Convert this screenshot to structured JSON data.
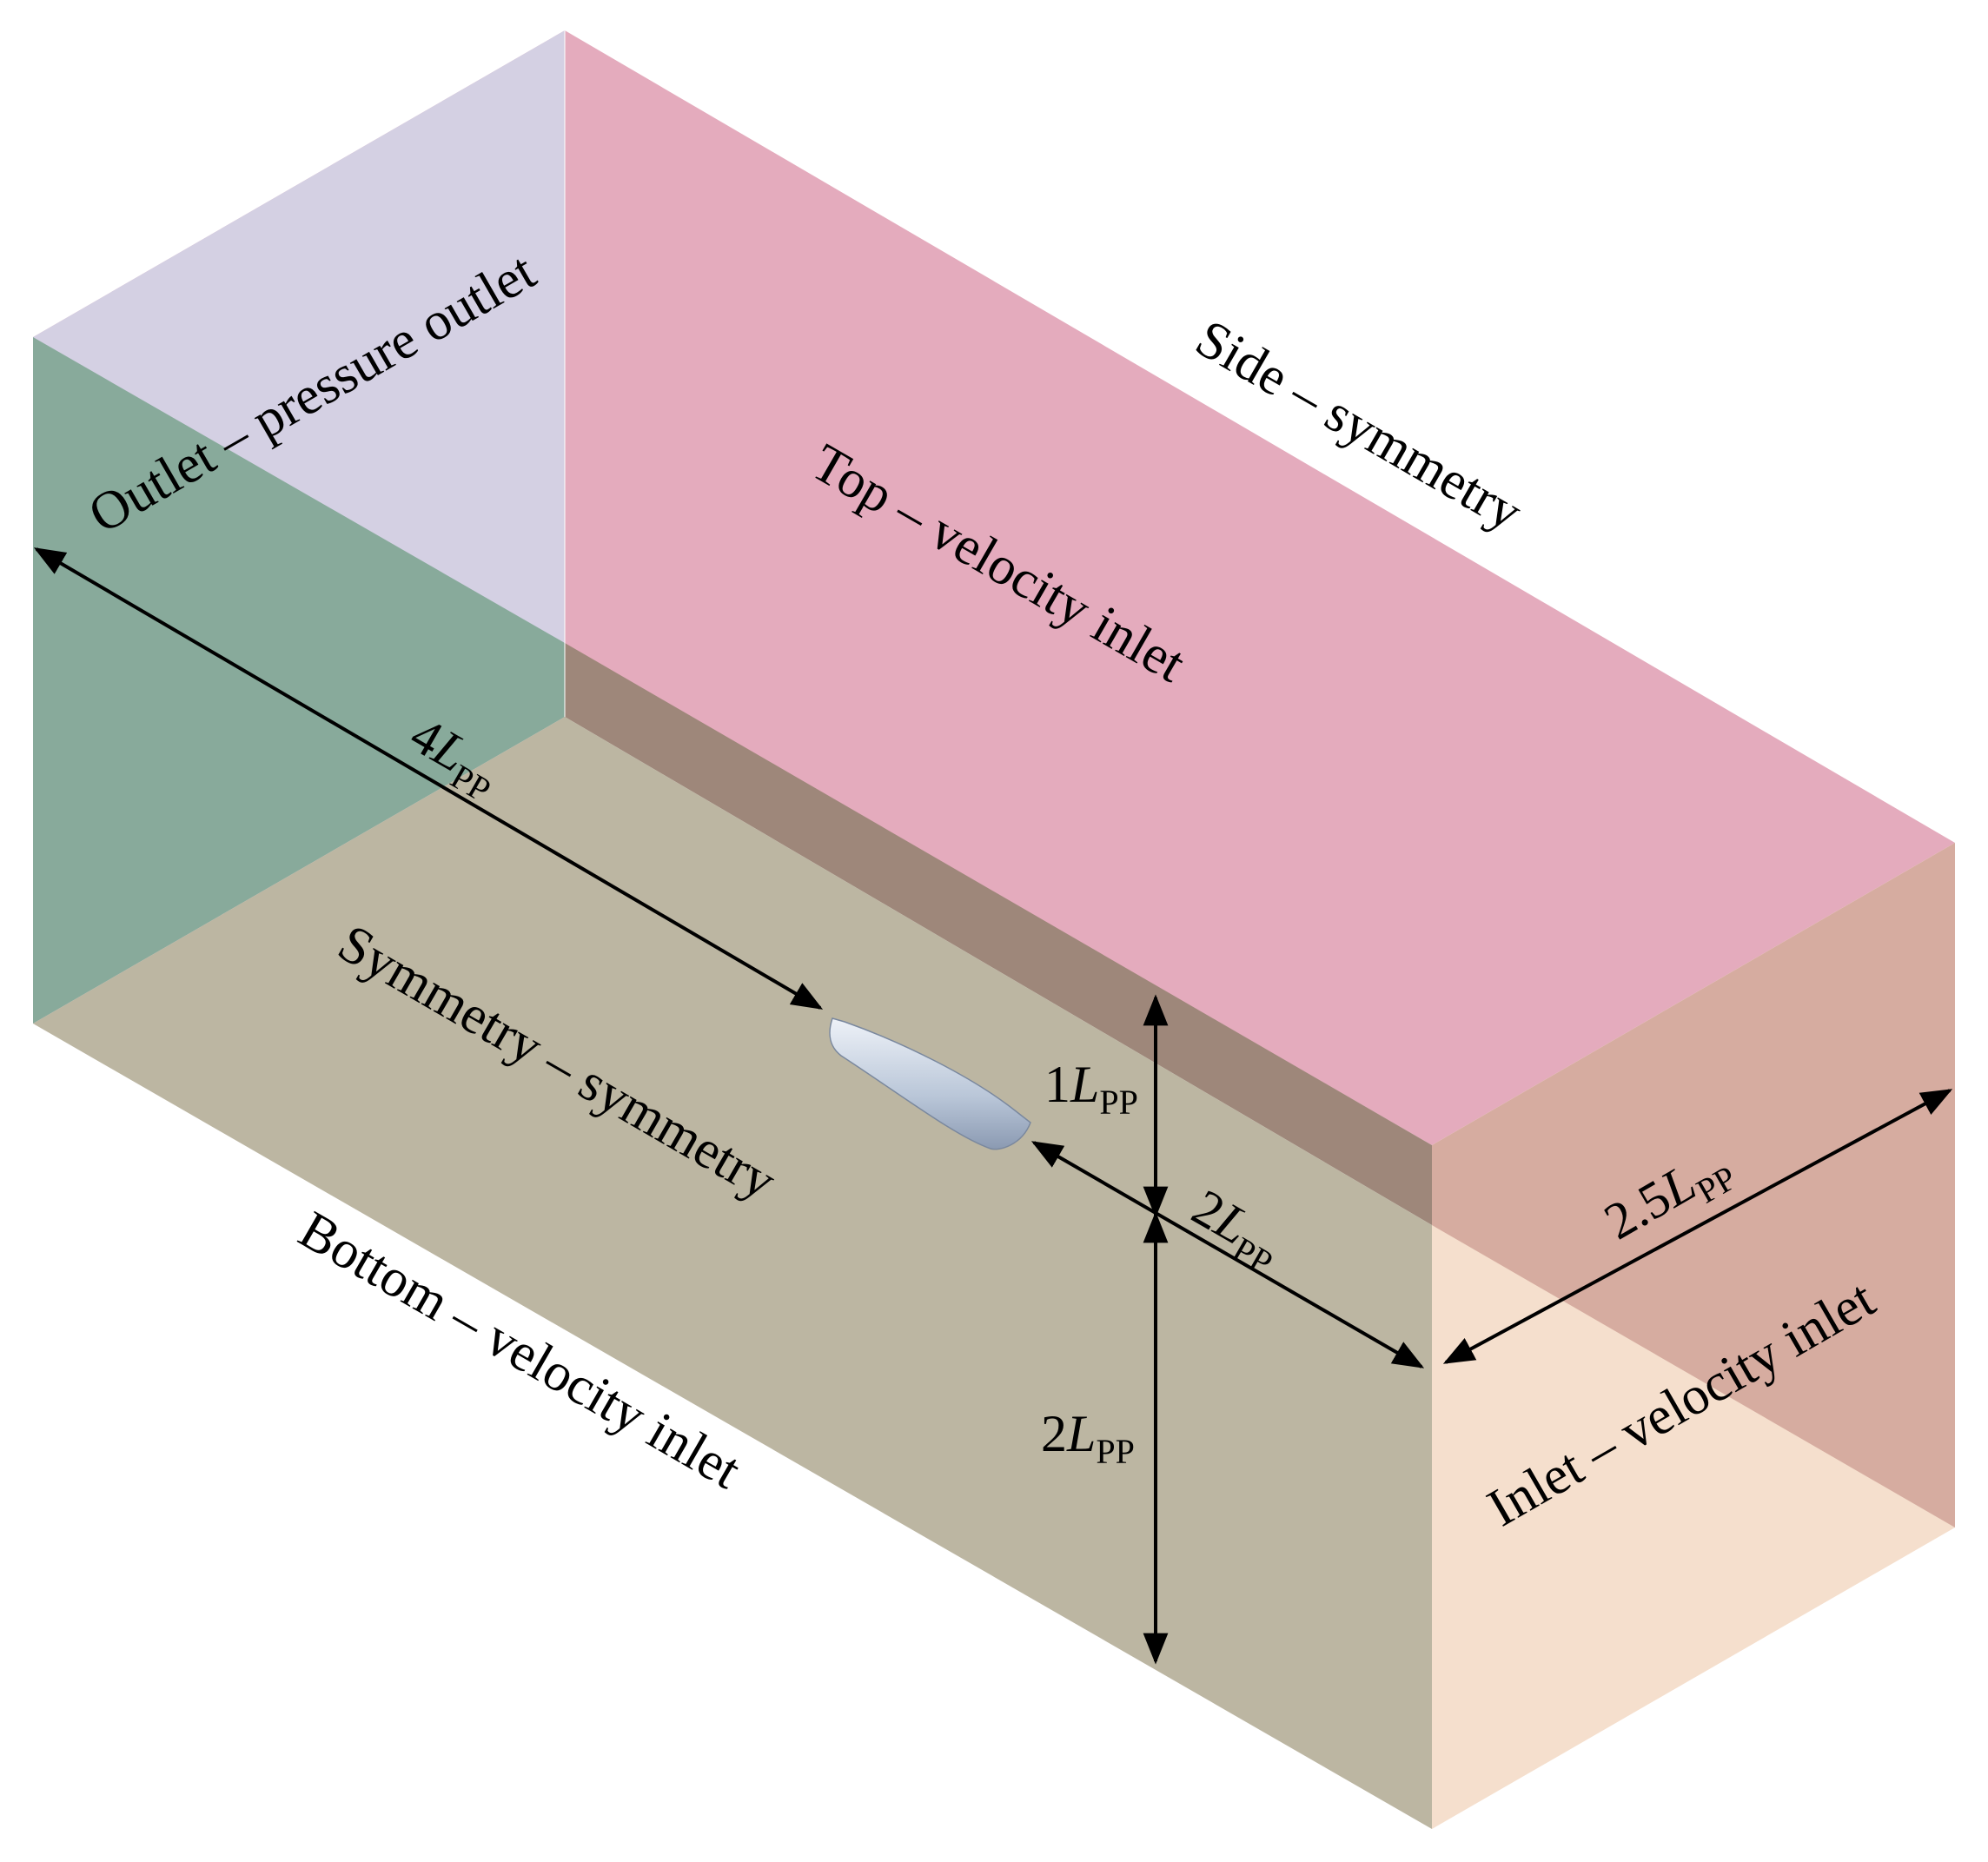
{
  "colors": {
    "top": "#e4abbd",
    "outlet": "#d4d0e3",
    "back_inner": "#88aa9b",
    "floor_inner": "#9e877a",
    "symmetry_face": "#bcb6a2",
    "inlet_face": "#f5dfcd",
    "inlet_upper": "#d6aca0",
    "inlet_side_band": "#d4aca0",
    "arrow": "#000000",
    "ship": "#c8d2e0"
  },
  "faces": {
    "outlet": "Outlet – pressure outlet",
    "side": "Side – symmetry",
    "top": "Top – velocity inlet",
    "symmetry": "Symmetry – symmetry",
    "bottom": "Bottom – velocity inlet",
    "inlet": "Inlet – velocity inlet"
  },
  "dimensions": {
    "upstream": {
      "coef": "4",
      "symbol": "L",
      "sub": "PP"
    },
    "downstream": {
      "coef": "2",
      "symbol": "L",
      "sub": "PP"
    },
    "height_up": {
      "coef": "1",
      "symbol": "L",
      "sub": "PP"
    },
    "height_dn": {
      "coef": "2",
      "symbol": "L",
      "sub": "PP"
    },
    "width": {
      "coef": "2.5",
      "symbol": "L",
      "sub": "PP"
    }
  },
  "icons": {
    "ship": "ship-hull-icon",
    "arrows": "double-arrow-icon"
  }
}
